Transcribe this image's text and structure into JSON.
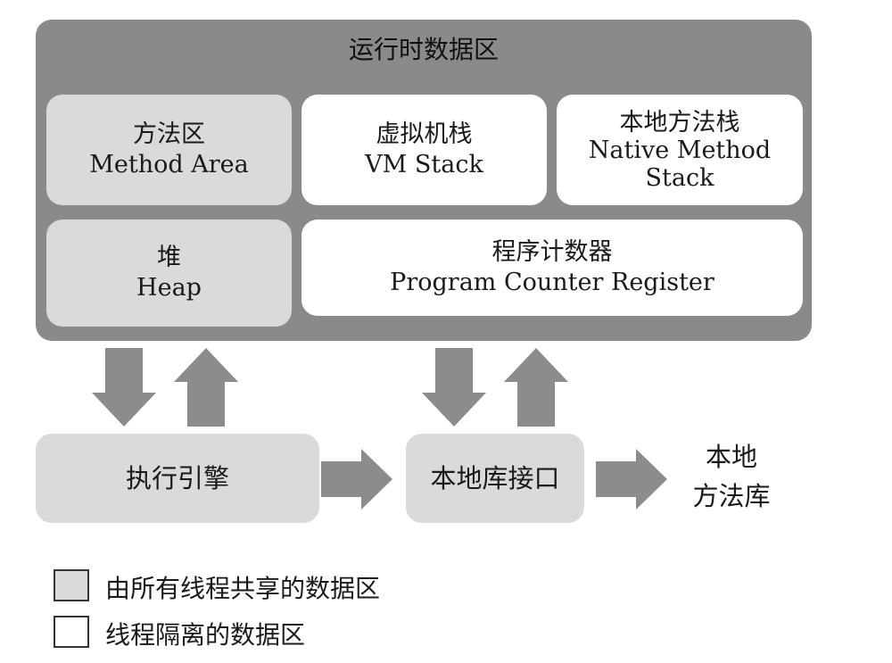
{
  "runtime": {
    "title": "运行时数据区"
  },
  "method_area": {
    "zh": "方法区",
    "en": "Method Area"
  },
  "vm_stack": {
    "zh": "虚拟机栈",
    "en": "VM Stack"
  },
  "native_stack": {
    "zh": "本地方法栈",
    "en1": "Native Method",
    "en2": "Stack"
  },
  "heap": {
    "zh": "堆",
    "en": "Heap"
  },
  "pc_register": {
    "zh": "程序计数器",
    "en": "Program Counter Register"
  },
  "engine": {
    "label": "执行引擎"
  },
  "native_interface": {
    "label": "本地库接口"
  },
  "native_library": {
    "line1": "本地",
    "line2": "方法库"
  },
  "legend": {
    "shared": "由所有线程共享的数据区",
    "isolated": "线程隔离的数据区"
  },
  "colors": {
    "container": "#8a8a8a",
    "shared": "#dadada",
    "isolated": "#ffffff",
    "arrow": "#8c8c8c"
  }
}
